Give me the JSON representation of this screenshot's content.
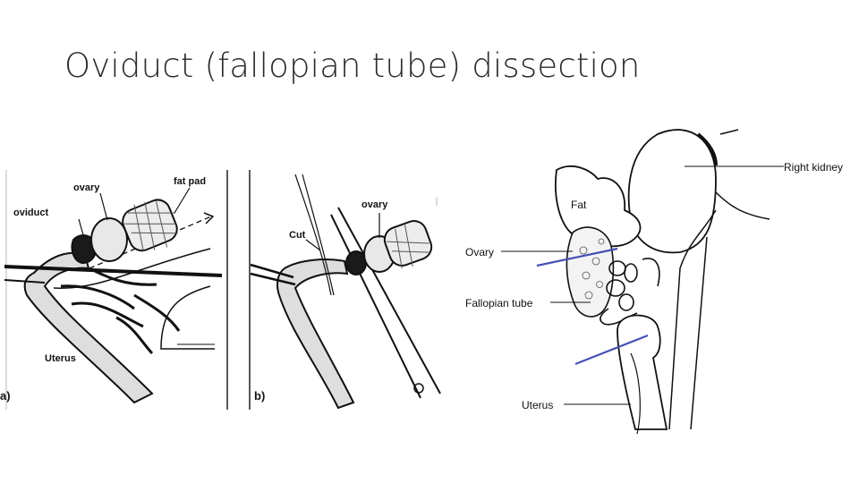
{
  "slide": {
    "title": "Oviduct (fallopian tube) dissection"
  },
  "panel_a": {
    "tag": "a)",
    "labels": {
      "ovary": "ovary",
      "fat_pad": "fat pad",
      "oviduct": "oviduct",
      "uterus": "Uterus"
    }
  },
  "panel_b": {
    "tag": "b)",
    "labels": {
      "ovary": "ovary",
      "cut": "Cut"
    }
  },
  "panel_c": {
    "labels": {
      "right_kidney": "Right kidney",
      "fat": "Fat",
      "ovary": "Ovary",
      "fallopian_tube": "Fallopian tube",
      "uterus": "Uterus"
    }
  },
  "colors": {
    "cut_line": "#4650b4",
    "ink": "#111111",
    "title": "#2b2b2b"
  }
}
